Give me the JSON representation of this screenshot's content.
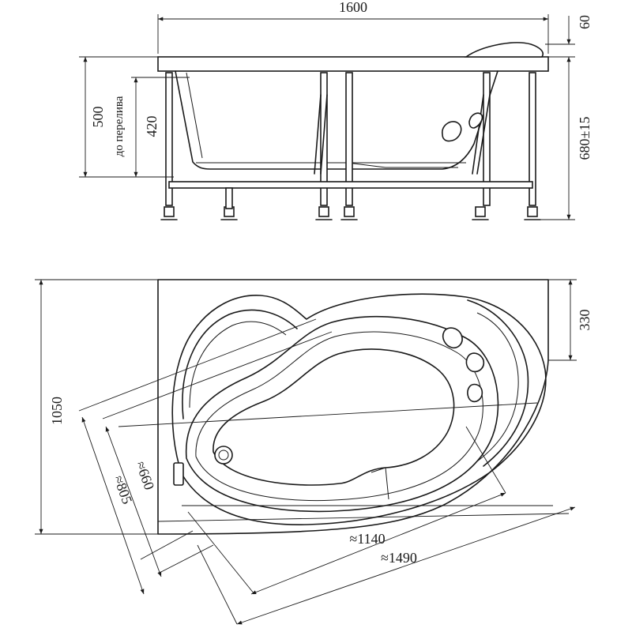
{
  "dimensions": {
    "total_length": "1600",
    "rim_height": "60",
    "depth": "500",
    "overflow_note": "до перелива",
    "overflow_depth": "420",
    "total_height": "680±15",
    "corner_offset": "330",
    "total_width": "1050",
    "inner_width_1": "≈805",
    "inner_width_2": "≈660",
    "inner_length": "≈1140",
    "outer_length": "≈1490"
  }
}
